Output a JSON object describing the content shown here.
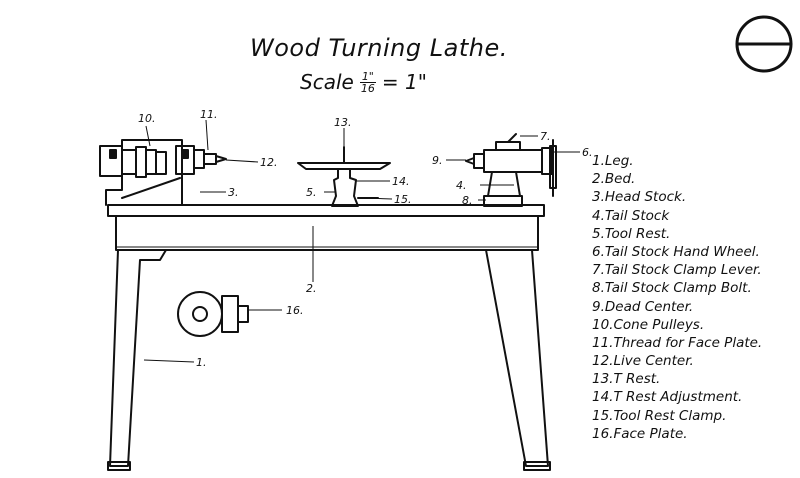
{
  "title": "Wood Turning Lathe.",
  "scale": {
    "prefix": "Scale",
    "numerator": "1\"",
    "denominator": "16",
    "suffix": "= 1\""
  },
  "legend": [
    "1.Leg.",
    "2.Bed.",
    "3.Head Stock.",
    "4.Tail Stock",
    "5.Tool Rest.",
    "6.Tail Stock Hand Wheel.",
    "7.Tail Stock Clamp Lever.",
    "8.Tail Stock Clamp Bolt.",
    "9.Dead Center.",
    "10.Cone Pulleys.",
    "11.Thread for Face Plate.",
    "12.Live Center.",
    "13.T Rest.",
    "14.T Rest Adjustment.",
    "15.Tool Rest Clamp.",
    "16.Face Plate."
  ],
  "callouts": {
    "c1": "1.",
    "c3": "3.",
    "c4": "4.",
    "c5": "5.",
    "c6": "6.",
    "c7": "7.",
    "c8": "8.",
    "c9": "9.",
    "c10": "10.",
    "c11": "11.",
    "c12": "12.",
    "c13": "13.",
    "c14": "14.",
    "c15": "15.",
    "c16": "16.",
    "c2": "2."
  }
}
